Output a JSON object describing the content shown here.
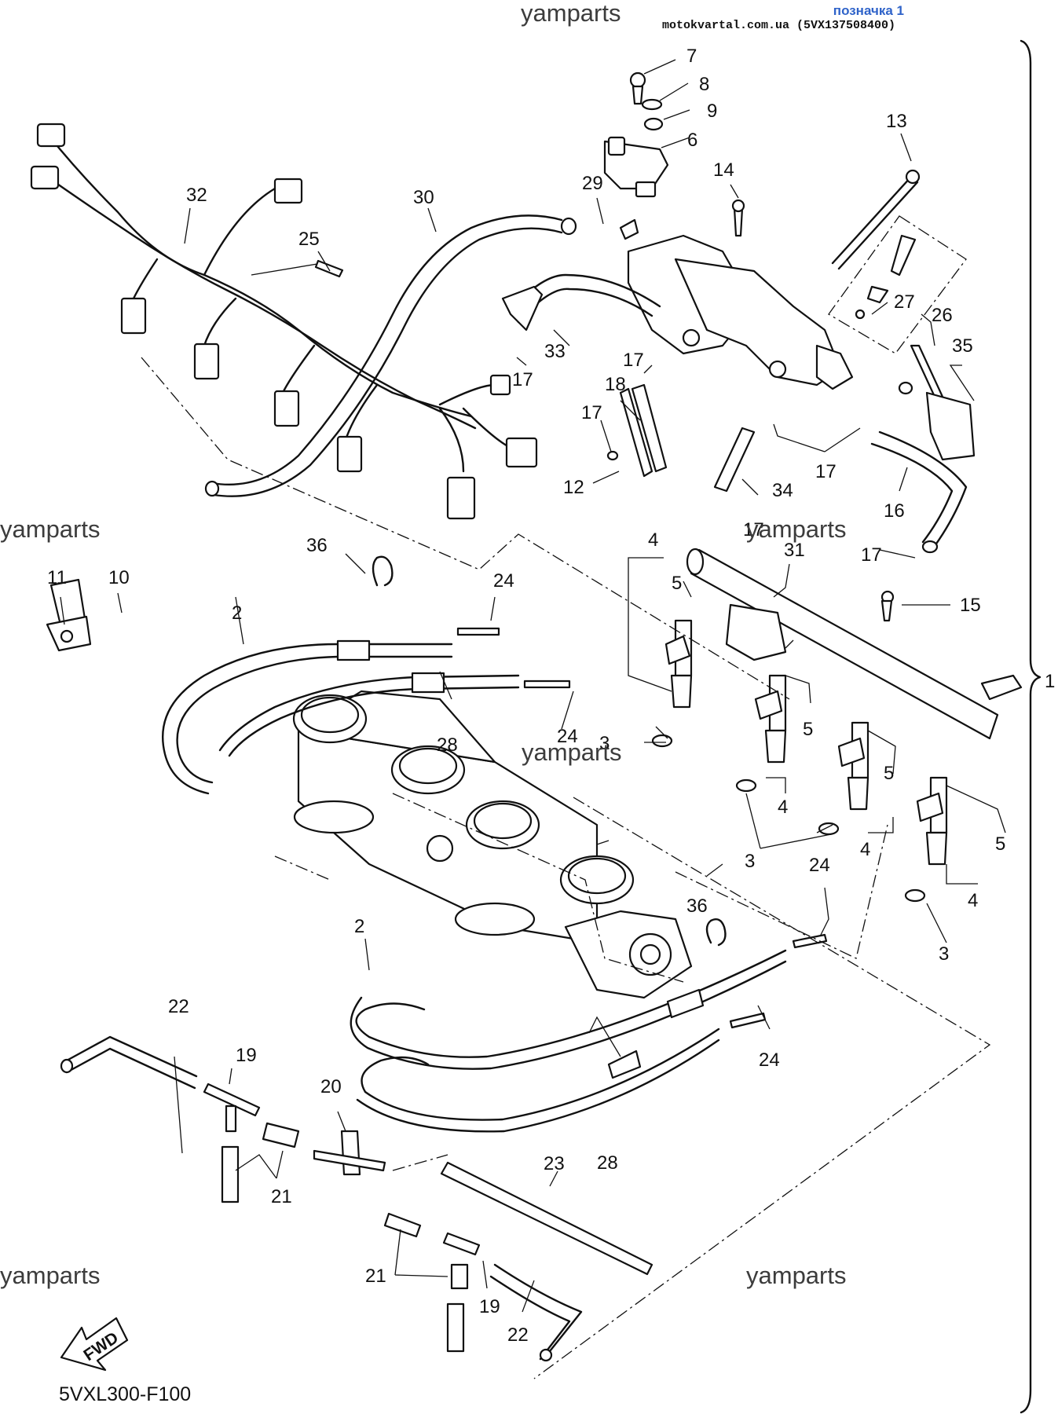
{
  "header": {
    "label": "позначка 1",
    "site": "motokvartal.com.ua (5VX137508400)"
  },
  "watermark": "yamparts",
  "diagram_code": "5VXL300-F100",
  "fwd_badge": "FWD",
  "callouts": [
    "1",
    "2",
    "3",
    "4",
    "5",
    "6",
    "7",
    "8",
    "9",
    "10",
    "11",
    "12",
    "13",
    "14",
    "15",
    "16",
    "17",
    "18",
    "19",
    "20",
    "21",
    "22",
    "23",
    "24",
    "25",
    "26",
    "27",
    "28",
    "29",
    "30",
    "31",
    "32",
    "33",
    "34",
    "35",
    "36"
  ],
  "colors": {
    "line": "#111111",
    "stamp": "#2f63c9",
    "watermark": "#3c3c3c"
  }
}
